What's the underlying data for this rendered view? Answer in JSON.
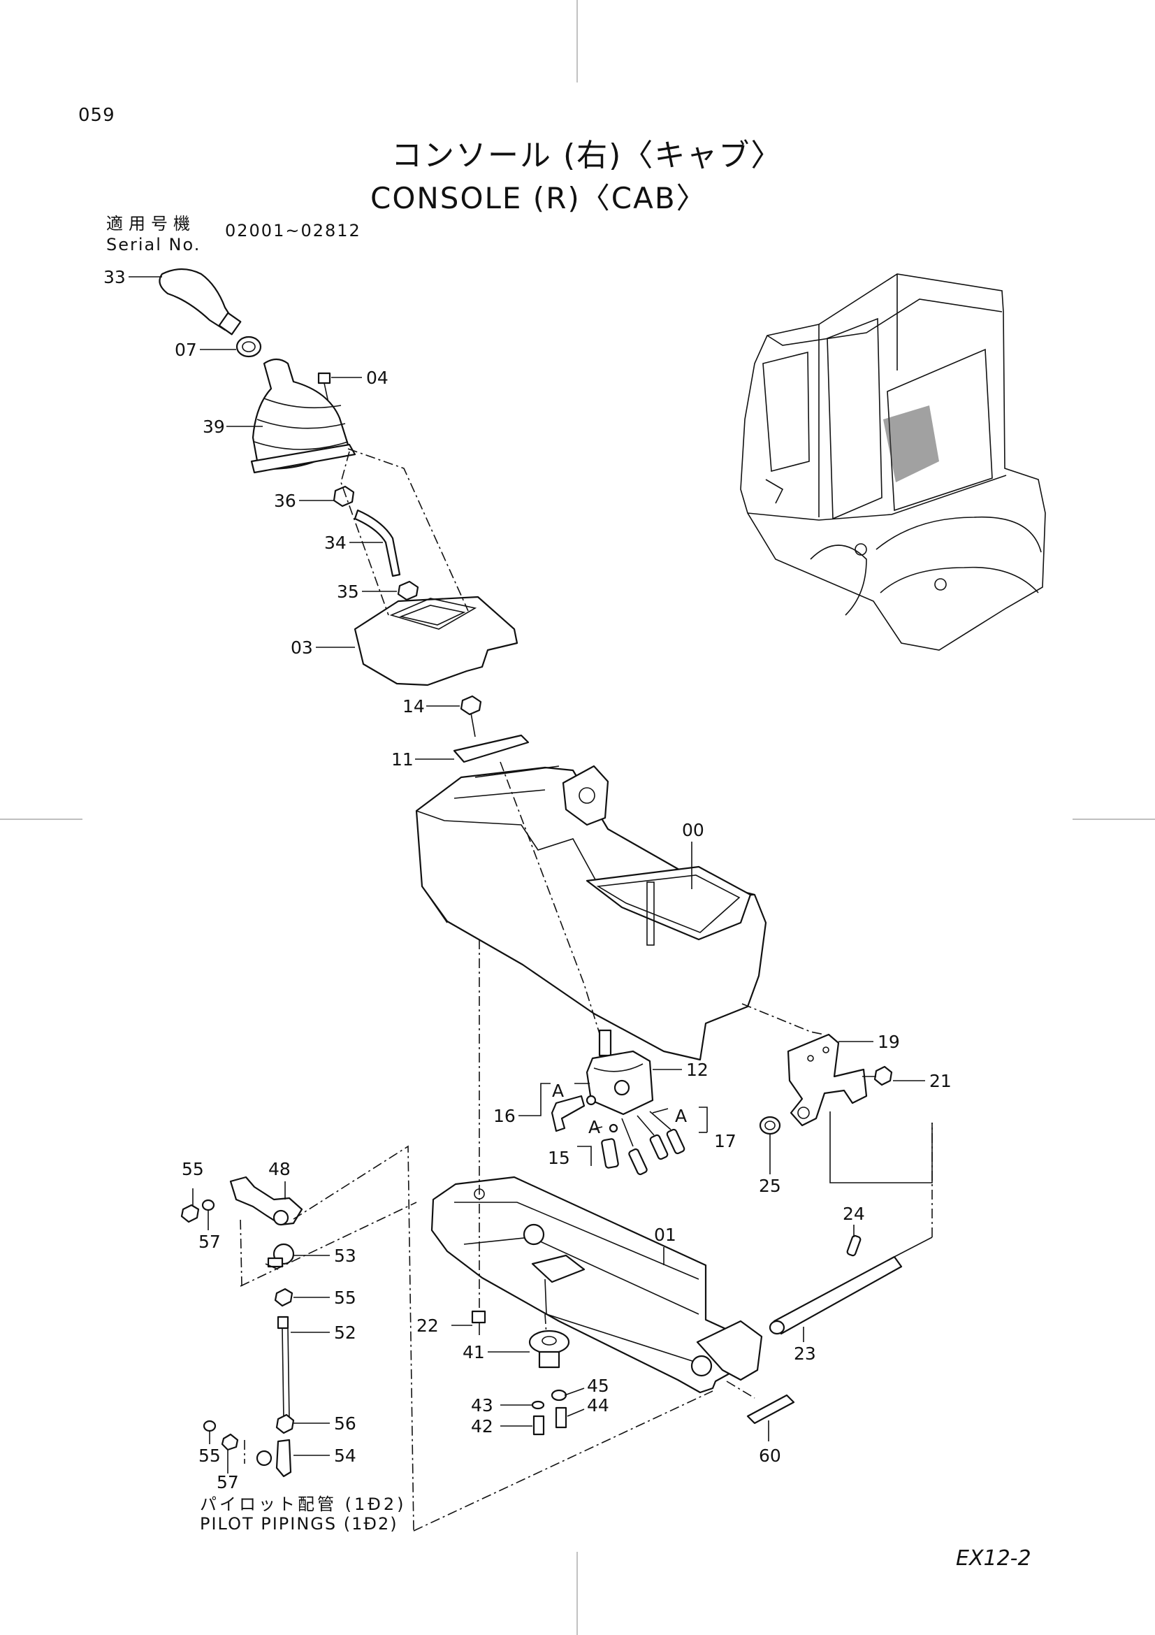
{
  "page_number": "059",
  "title_jp": "コンソール (右)〈キャブ〉",
  "title_en": "CONSOLE (R)〈CAB〉",
  "serial": {
    "label_jp": "適用号機",
    "label_en": "Serial No.",
    "range": "02001~02812"
  },
  "part_labels": {
    "p33": "33",
    "p07": "07",
    "p04": "04",
    "p39": "39",
    "p36": "36",
    "p34": "34",
    "p35": "35",
    "p03": "03",
    "p14": "14",
    "p11": "11",
    "p00": "00",
    "p12": "12",
    "p19": "19",
    "p21": "21",
    "p16": "16",
    "p17": "17",
    "p15": "15",
    "p25": "25",
    "p55a": "55",
    "p48": "48",
    "p57a": "57",
    "p53": "53",
    "p55b": "55",
    "p52": "52",
    "p24": "24",
    "p01": "01",
    "p22": "22",
    "p41": "41",
    "p23": "23",
    "p45": "45",
    "p43": "43",
    "p44": "44",
    "p42": "42",
    "p56": "56",
    "p60": "60",
    "p55c": "55",
    "p54": "54",
    "p57b": "57",
    "a1": "A",
    "a2": "A",
    "a3": "A"
  },
  "pilot_note": {
    "jp": "パイロット配管 (1Ð2)",
    "en": "PILOT PIPINGS (1Ð2)"
  },
  "footer_code": "EX12-2"
}
